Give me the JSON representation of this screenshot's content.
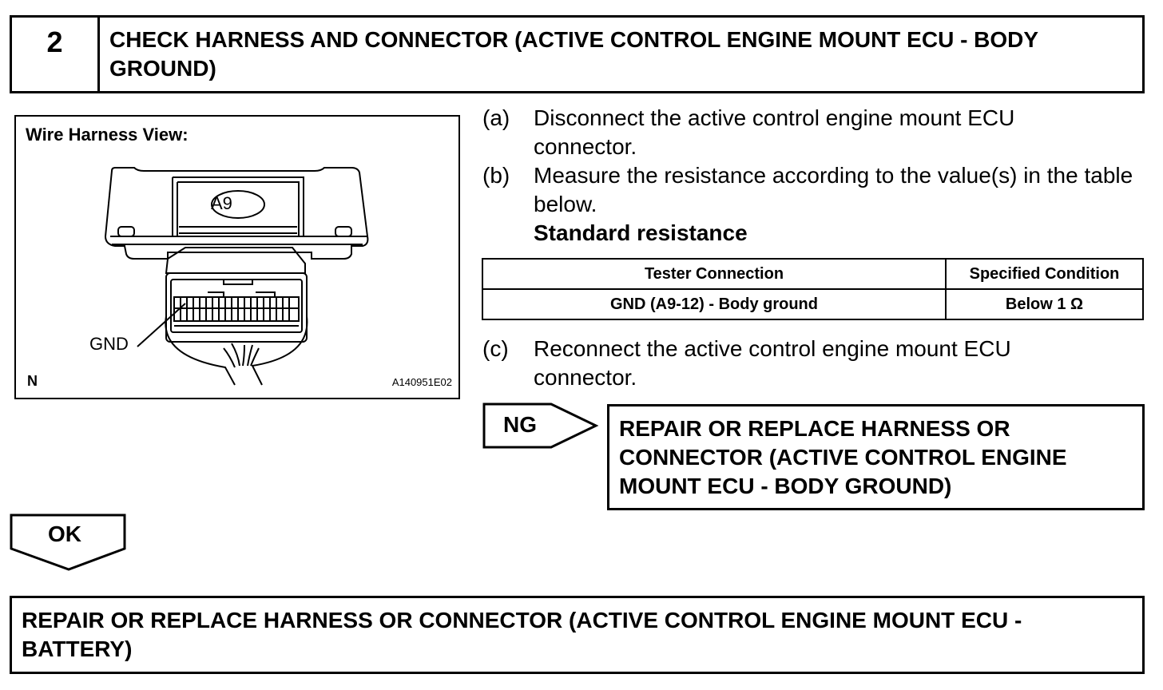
{
  "step": {
    "number": "2",
    "title": "CHECK HARNESS AND CONNECTOR (ACTIVE CONTROL ENGINE MOUNT ECU - BODY GROUND)"
  },
  "figure": {
    "heading": "Wire Harness View:",
    "connector_id": "A9",
    "terminal_label": "GND",
    "orientation_mark": "N",
    "illustration_code": "A140951E02"
  },
  "instructions": [
    {
      "label": "(a)",
      "text": "Disconnect the active control engine mount ECU connector."
    },
    {
      "label": "(b)",
      "text": "Measure the resistance according to the value(s) in the table below."
    },
    {
      "label": "(c)",
      "text": "Reconnect the active control engine mount ECU connector."
    }
  ],
  "spec": {
    "title": "Standard resistance",
    "headers": [
      "Tester Connection",
      "Specified Condition"
    ],
    "rows": [
      [
        "GND (A9-12) - Body ground",
        "Below 1 Ω"
      ]
    ]
  },
  "ng": {
    "label": "NG",
    "action": "REPAIR OR REPLACE HARNESS OR CONNECTOR (ACTIVE CONTROL ENGINE MOUNT ECU - BODY GROUND)"
  },
  "ok": {
    "label": "OK",
    "action": "REPAIR OR REPLACE HARNESS OR CONNECTOR (ACTIVE CONTROL ENGINE MOUNT ECU - BATTERY)"
  }
}
